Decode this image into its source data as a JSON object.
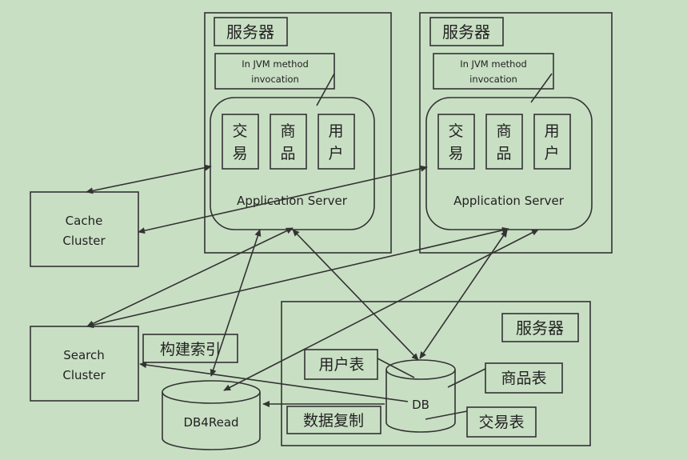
{
  "servers": {
    "s1": {
      "title": "服务器",
      "jvm_line1": "In JVM method",
      "jvm_line2": "invocation",
      "app_server": "Application Server",
      "modules": [
        {
          "top": "交",
          "bottom": "易"
        },
        {
          "top": "商",
          "bottom": "品"
        },
        {
          "top": "用",
          "bottom": "户"
        }
      ]
    },
    "s2": {
      "title": "服务器",
      "jvm_line1": "In JVM method",
      "jvm_line2": "invocation",
      "app_server": "Application Server",
      "modules": [
        {
          "top": "交",
          "bottom": "易"
        },
        {
          "top": "商",
          "bottom": "品"
        },
        {
          "top": "用",
          "bottom": "户"
        }
      ]
    },
    "s3": {
      "title": "服务器"
    }
  },
  "cache_cluster": {
    "line1": "Cache",
    "line2": "Cluster"
  },
  "search_cluster": {
    "line1": "Search",
    "line2": "Cluster"
  },
  "build_index_label": "构建索引",
  "db4read_label": "DB4Read",
  "db_label": "DB",
  "data_replication_label": "数据复制",
  "tables": {
    "user_table": "用户表",
    "product_table": "商品表",
    "trade_table": "交易表"
  }
}
